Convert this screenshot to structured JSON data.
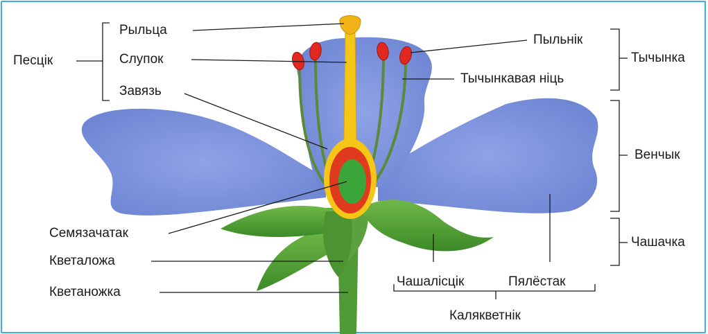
{
  "colors": {
    "frame": "#3bb0e0",
    "petal": "#7e95dd",
    "petal_dark": "#5f78c8",
    "sepal": "#5aa43a",
    "sepal_dark": "#3c7d26",
    "stem": "#4f9a35",
    "style": "#f5c518",
    "ovary_wall": "#e03a1e",
    "ovule": "#3aa63a",
    "anther": "#e0281e",
    "filament": "#5b8a3a",
    "line": "#1a1a1a"
  },
  "labels": {
    "rylca": "Рыльца",
    "pescik": "Песцік",
    "slupok": "Слупок",
    "zavyaz": "Завязь",
    "pylnik": "Пыльнік",
    "tychynka": "Тычынка",
    "tychynkavaya_nic": "Тычынкавая ніць",
    "venchyk": "Венчык",
    "semzachatak": "Семязачатак",
    "chashachka": "Чашачка",
    "kvetalozha": "Кветаложа",
    "chashalistsik": "Чашалісцік",
    "plyalostak": "Пялёстак",
    "kvetanozhka": "Кветаножка",
    "kalyakvetnik": "Калякветнік"
  }
}
